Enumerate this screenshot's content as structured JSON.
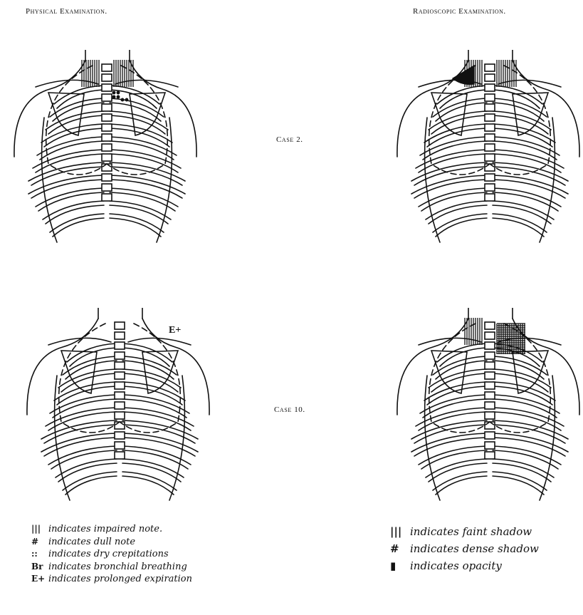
{
  "headings": {
    "physical": "Physical Examination.",
    "radioscopic": "Radioscopic Examination."
  },
  "cases": {
    "case2": "Case 2.",
    "case10": "Case 10."
  },
  "annotations": {
    "e_plus": "E+"
  },
  "legend_left": [
    {
      "symbol": "|||",
      "icon": "vertical-hatch-icon",
      "text": "indicates impaired note."
    },
    {
      "symbol": "#",
      "icon": "cross-hatch-icon",
      "text": "indicates dull note"
    },
    {
      "symbol": "::",
      "icon": "dots-icon",
      "text": "indicates dry crepitations"
    },
    {
      "symbol": "Br",
      "icon": "br-symbol-icon",
      "text": "indicates bronchial breathing"
    },
    {
      "symbol": "E+",
      "icon": "e-plus-symbol-icon",
      "text": "indicates prolonged expiration"
    }
  ],
  "legend_right": [
    {
      "symbol": "|||",
      "icon": "vertical-hatch-icon",
      "text": "indicates faint shadow"
    },
    {
      "symbol": "#",
      "icon": "cross-hatch-icon",
      "text": "indicates dense shadow"
    },
    {
      "symbol": "▮",
      "icon": "solid-block-icon",
      "text": "indicates opacity"
    }
  ],
  "colors": {
    "ink": "#111111",
    "paper": "#ffffff"
  }
}
